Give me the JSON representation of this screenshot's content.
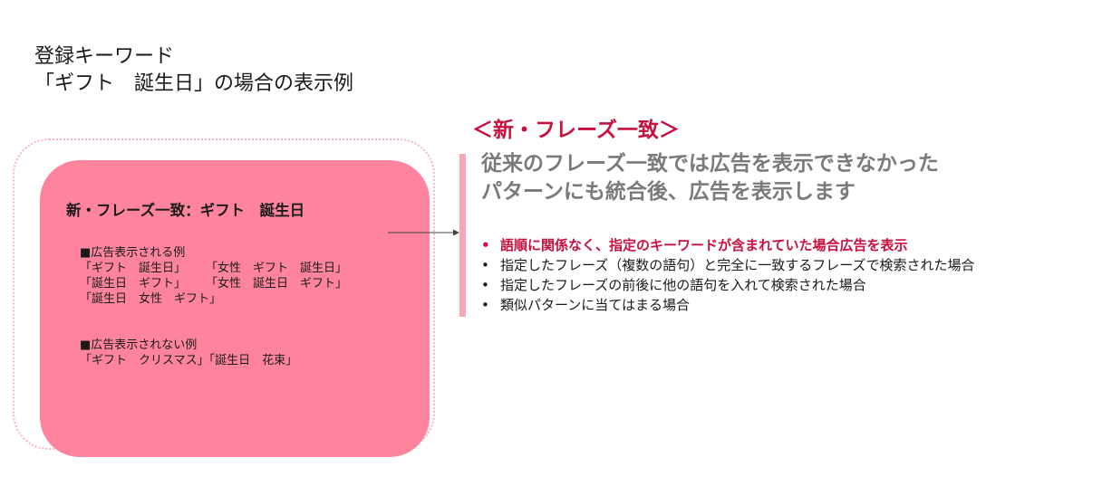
{
  "heading": {
    "line1": "登録キーワード",
    "line2": "「ギフト　誕生日」の場合の表示例"
  },
  "example_box": {
    "title": "新・フレーズ一致：ギフト　誕生日",
    "shown": {
      "label": "■広告表示される例",
      "rows": [
        [
          "「ギフト　誕生日」",
          "「女性　ギフト　誕生日」"
        ],
        [
          "「誕生日　ギフト」",
          "「女性　誕生日　ギフト」"
        ],
        [
          "「誕生日　女性　ギフト」",
          ""
        ]
      ]
    },
    "not_shown": {
      "label": "■広告表示されない例",
      "line": "「ギフト　クリスマス」「誕生日　花束」"
    }
  },
  "right": {
    "title": "＜新・フレーズ一致＞",
    "lead_line1": "従来のフレーズ一致では広告を表示できなかった",
    "lead_line2": "パターンにも統合後、広告を表示します",
    "bullets": [
      "語順に関係なく、指定のキーワードが含まれていた場合広告を表示",
      "指定したフレーズ（複数の語句）と完全に一致するフレーズで検索された場合",
      "指定したフレーズの前後に他の語句を入れて検索された場合",
      "類似パターンに当てはまる場合"
    ],
    "bullet_mark": "•"
  },
  "colors": {
    "accent_red": "#c8103e",
    "box_pink": "#fd849c",
    "bar_pink": "#f7a6b6",
    "lead_gray": "#7a7a7a"
  }
}
